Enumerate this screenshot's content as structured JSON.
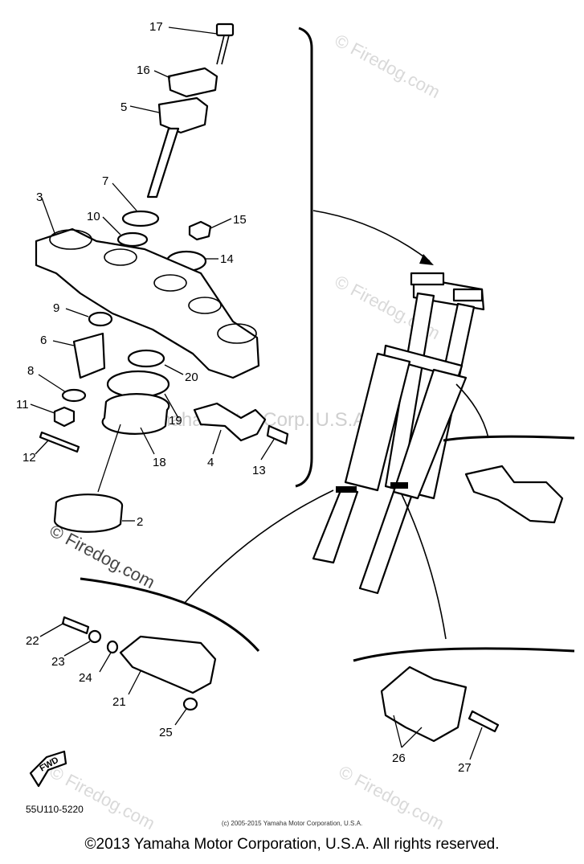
{
  "diagram": {
    "code": "55U110-5220",
    "fwd_label": "FWD",
    "callouts": [
      "17",
      "16",
      "5",
      "7",
      "3",
      "10",
      "15",
      "14",
      "9",
      "6",
      "20",
      "8",
      "19",
      "11",
      "18",
      "4",
      "13",
      "12",
      "2",
      "22",
      "23",
      "24",
      "21",
      "25",
      "26",
      "27"
    ],
    "center_watermark": "Yamaha Motor Corp. U.S.A."
  },
  "watermarks": {
    "brand": "© Firedog.com"
  },
  "footer": {
    "small_text": "(c) 2005-2015 Yamaha Motor Corporation, U.S.A.",
    "copyright": "©2013 Yamaha Motor Corporation, U.S.A. All rights reserved."
  }
}
